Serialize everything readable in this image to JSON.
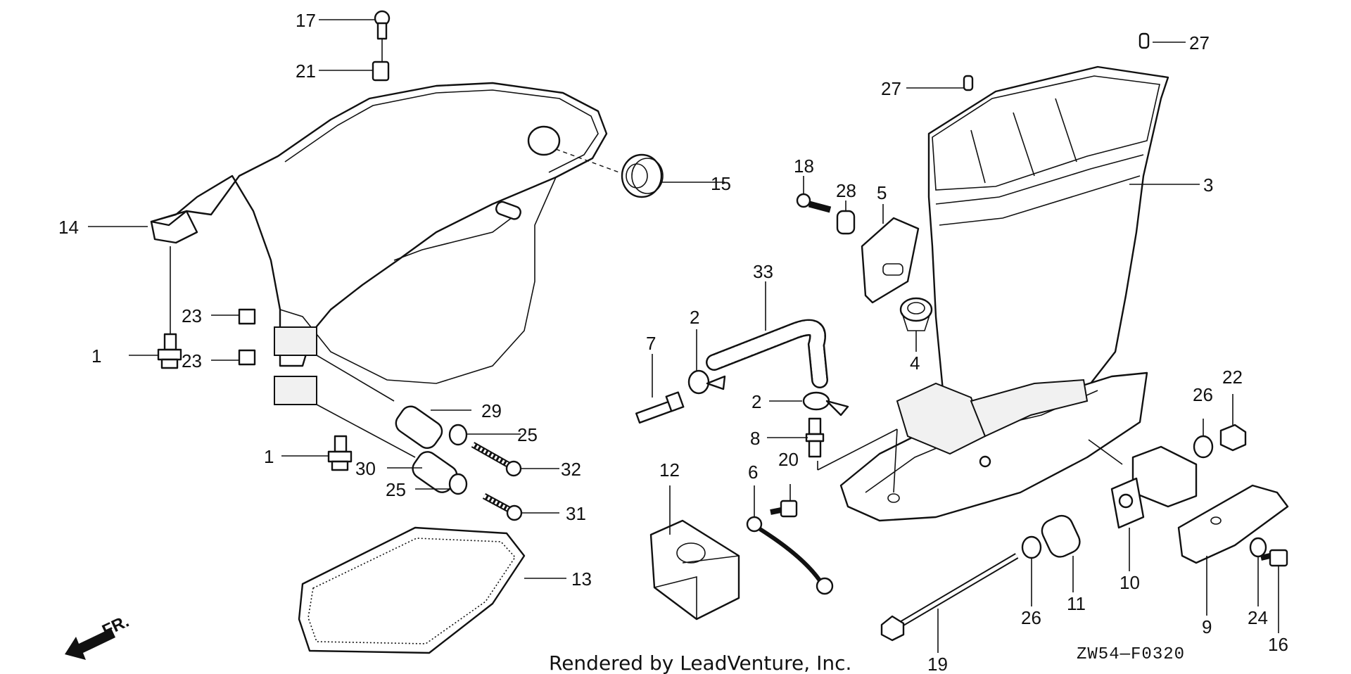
{
  "diagram": {
    "credit": "Rendered by LeadVenture, Inc.",
    "code": "ZW54—F0320",
    "front_marker": "FR.",
    "callouts": [
      "17",
      "21",
      "14",
      "15",
      "23",
      "1",
      "23",
      "29",
      "25",
      "1",
      "30",
      "32",
      "25",
      "31",
      "13",
      "27",
      "27",
      "3",
      "18",
      "28",
      "5",
      "33",
      "7",
      "2",
      "2",
      "4",
      "8",
      "20",
      "6",
      "12",
      "26",
      "22",
      "10",
      "11",
      "26",
      "19",
      "9",
      "24",
      "16"
    ]
  }
}
